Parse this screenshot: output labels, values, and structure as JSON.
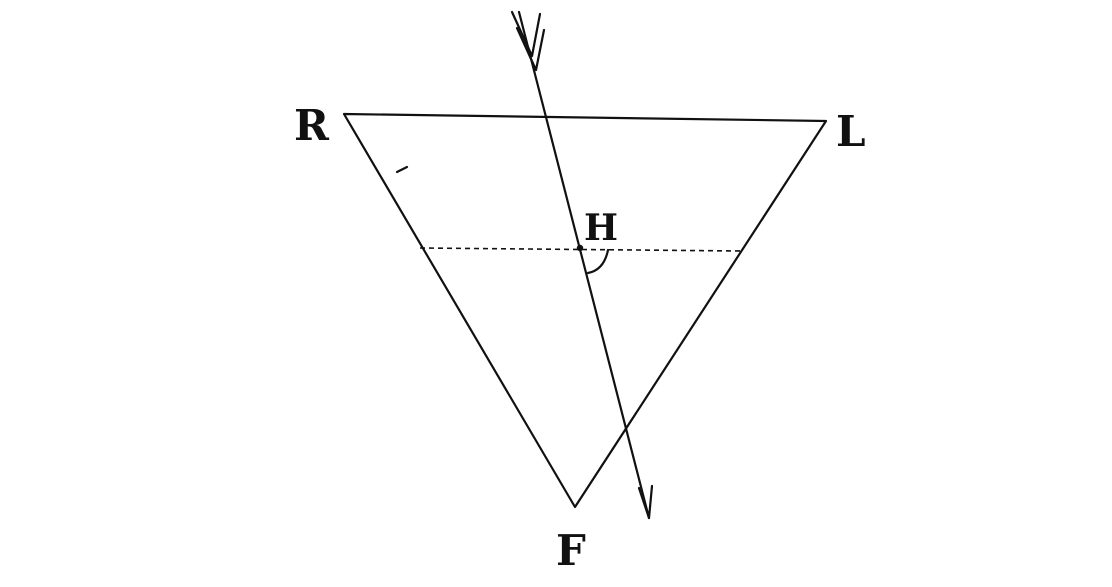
{
  "labels": {
    "vertex_top_left": "R",
    "vertex_top_right": "L",
    "vertex_bottom": "F",
    "center_point": "H"
  }
}
